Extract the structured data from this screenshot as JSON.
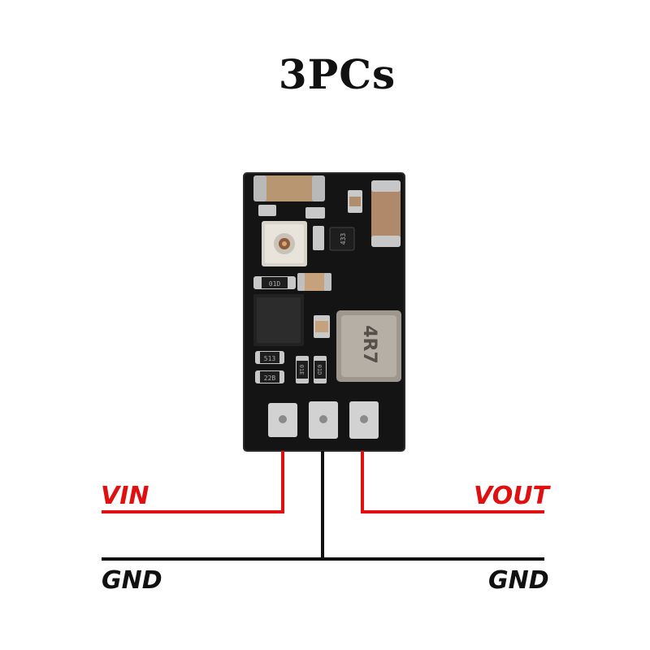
{
  "title": "3PCs",
  "labels": {
    "vin": "VIN",
    "vout": "VOUT",
    "gnd_left": "GND",
    "gnd_right": "GND"
  },
  "colors": {
    "signal_wire": "#e01010",
    "ground_wire": "#111111",
    "pcb": "#141414"
  },
  "board_markings": {
    "inductor": "4R7",
    "resistor_top": "433",
    "resistor_mid": "01D",
    "resistor_left": "513",
    "resistor_bottom": "22B",
    "diode_a": "01E",
    "diode_b": "01D"
  }
}
